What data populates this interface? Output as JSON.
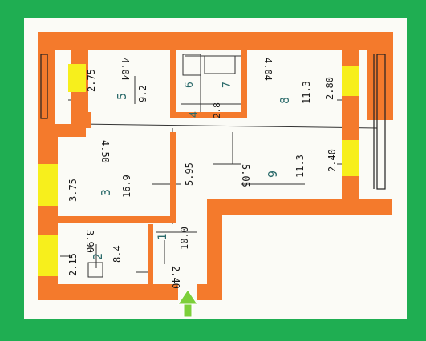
{
  "plan": {
    "rooms": [
      {
        "id": "5",
        "area": "9.2",
        "ceiling": "4.04",
        "side": "2.75"
      },
      {
        "id": "6",
        "area": "",
        "ceiling": "",
        "side": ""
      },
      {
        "id": "7",
        "area": "",
        "ceiling": "",
        "side": ""
      },
      {
        "id": "4",
        "area": "2.8",
        "ceiling": "",
        "side": ""
      },
      {
        "id": "8",
        "area": "11.3",
        "ceiling": "4.04",
        "side": "2.80"
      },
      {
        "id": "3",
        "area": "16.9",
        "ceiling": "4.50",
        "side": "3.75"
      },
      {
        "id": "9",
        "area": "11.3",
        "ceiling": "5.05",
        "side": "2.40"
      },
      {
        "id": "2",
        "area": "8.4",
        "ceiling": "3.90",
        "side": "2.15"
      },
      {
        "id": "1",
        "area": "10.0",
        "ceiling": "2.40",
        "side": ""
      }
    ],
    "corridor_dim": "5.95",
    "colors": {
      "background": "#1fae52",
      "wall": "#f47a2c",
      "window": "#f7ef1c",
      "entrance_arrow": "#7ccf3a"
    }
  }
}
